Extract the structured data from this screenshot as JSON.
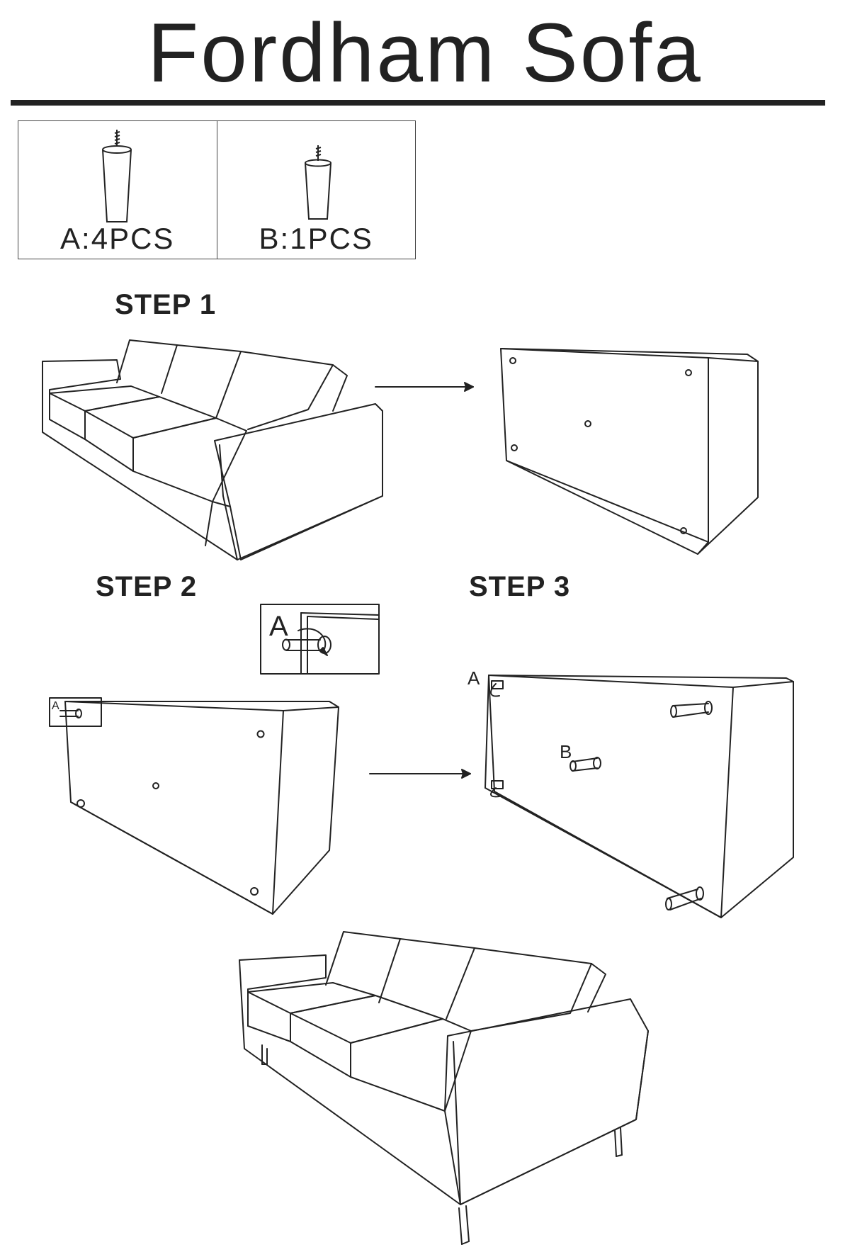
{
  "title": "Fordham Sofa",
  "parts": [
    {
      "id": "A",
      "label": "A:4PCS"
    },
    {
      "id": "B",
      "label": "B:1PCS"
    }
  ],
  "steps": [
    "STEP 1",
    "STEP 2",
    "STEP 3"
  ],
  "callouts": {
    "zoom": "A",
    "small": "A",
    "leg_a": "A",
    "leg_b": "B"
  },
  "colors": {
    "ink": "#222222",
    "background": "#ffffff"
  }
}
